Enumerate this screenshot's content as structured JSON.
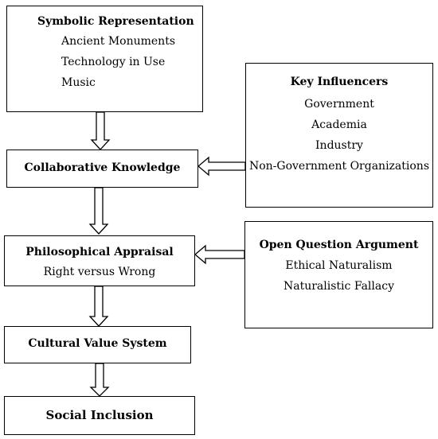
{
  "symbolic": {
    "title": "Symbolic Representation",
    "items": [
      "Ancient Monuments",
      "Technology in Use",
      "Music"
    ]
  },
  "influencers": {
    "title": "Key Influencers",
    "items": [
      "Government",
      "Academia",
      "Industry",
      "Non-Government Organizations"
    ]
  },
  "collaborative": {
    "title": "Collaborative Knowledge"
  },
  "philosophical": {
    "title": "Philosophical Appraisal",
    "subtitle": "Right versus Wrong"
  },
  "open_question": {
    "title": "Open Question Argument",
    "items": [
      "Ethical Naturalism",
      "Naturalistic Fallacy"
    ]
  },
  "cultural": {
    "title": "Cultural Value System"
  },
  "social": {
    "title": "Social Inclusion"
  }
}
